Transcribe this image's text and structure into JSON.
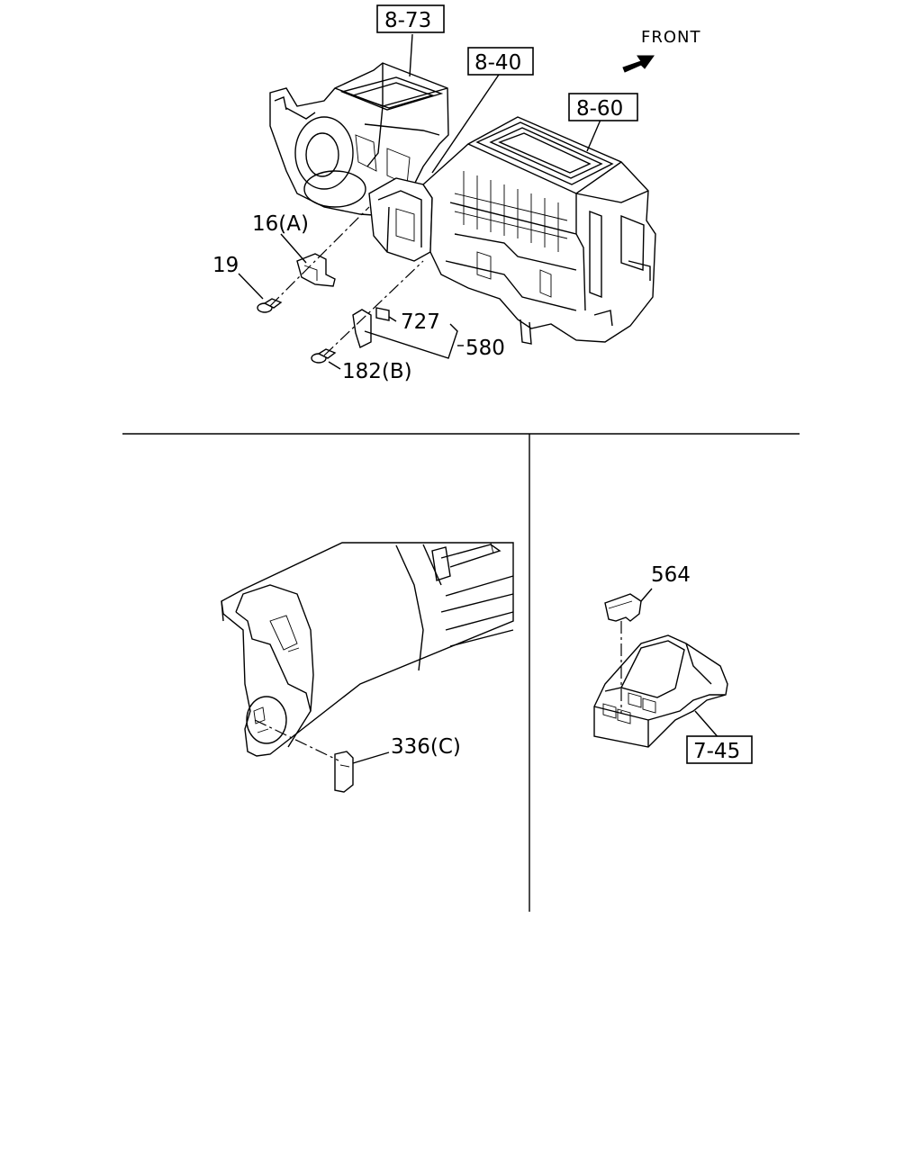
{
  "front_indicator": {
    "label": "FRONT"
  },
  "section_refs": [
    {
      "id": "ref-8-73",
      "text": "8-73"
    },
    {
      "id": "ref-8-40",
      "text": "8-40"
    },
    {
      "id": "ref-8-60",
      "text": "8-60"
    },
    {
      "id": "ref-7-45",
      "text": "7-45"
    }
  ],
  "part_labels": [
    {
      "id": "part-16a",
      "text": "16(A)"
    },
    {
      "id": "part-19",
      "text": "19"
    },
    {
      "id": "part-727",
      "text": "727"
    },
    {
      "id": "part-580",
      "text": "580"
    },
    {
      "id": "part-182b",
      "text": "182(B)"
    },
    {
      "id": "part-336c",
      "text": "336(C)"
    },
    {
      "id": "part-564",
      "text": "564"
    }
  ]
}
